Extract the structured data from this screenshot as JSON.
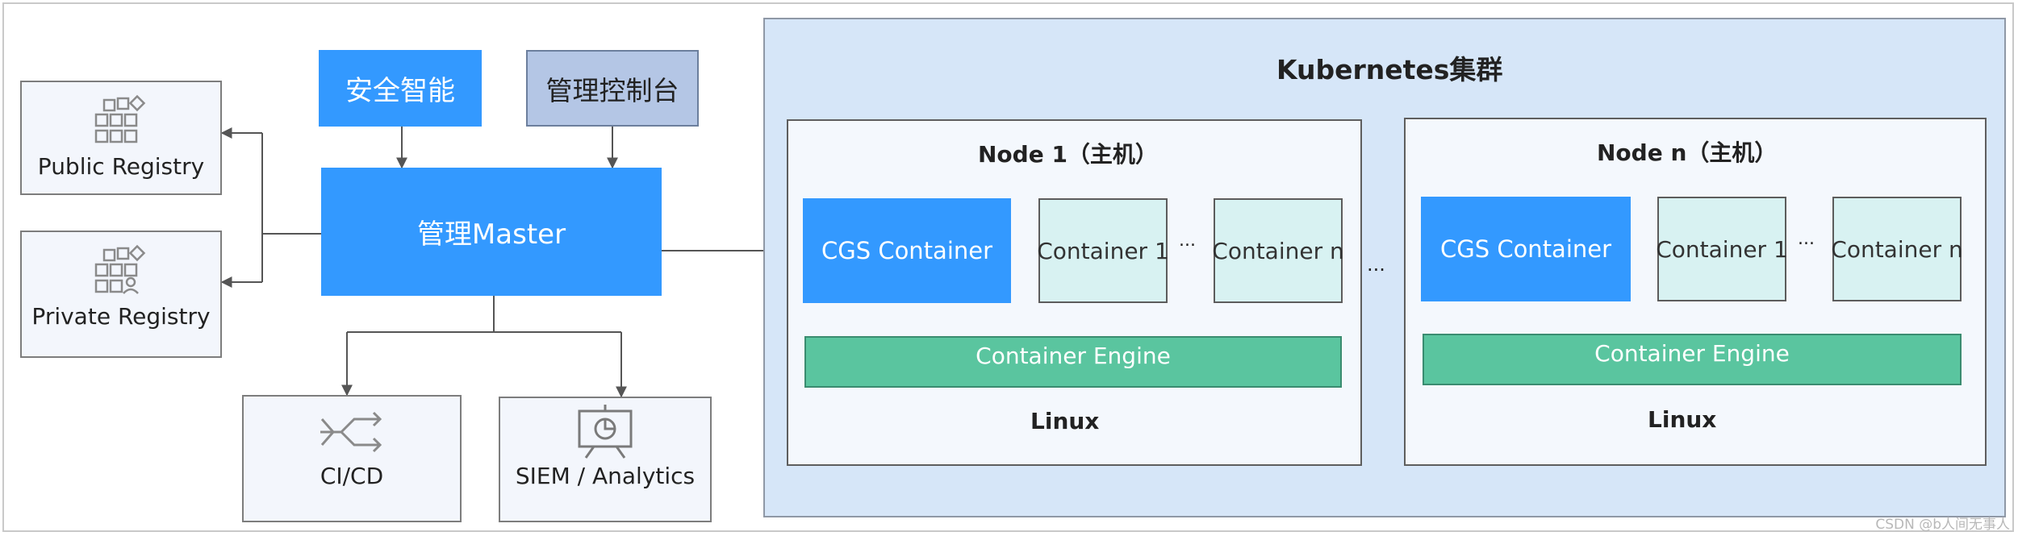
{
  "title": "Kubernetes集群",
  "left": {
    "public_registry": "Public Registry",
    "private_registry": "Private Registry",
    "security_intelligence": "安全智能",
    "management_console": "管理控制台",
    "management_master": "管理Master",
    "cicd": "CI/CD",
    "siem": "SIEM / Analytics"
  },
  "nodes": [
    {
      "title": "Node 1（主机）",
      "cgs": "CGS Container",
      "container_first": "Container 1",
      "container_last": "Container n",
      "between": "...",
      "engine": "Container Engine",
      "os": "Linux"
    },
    {
      "title": "Node n（主机）",
      "cgs": "CGS Container",
      "container_first": "Container 1",
      "container_last": "Container n",
      "between": "...",
      "engine": "Container Engine",
      "os": "Linux"
    }
  ],
  "node_gap_ellipsis": "...",
  "watermark": "CSDN @b人间无事人",
  "colors": {
    "primary_blue": "#3399ff",
    "console_slate": "#b4c6e5",
    "cluster_bg": "#d6e6f8",
    "container_cyan": "#d8f2f2",
    "engine_green": "#5ac59f"
  }
}
